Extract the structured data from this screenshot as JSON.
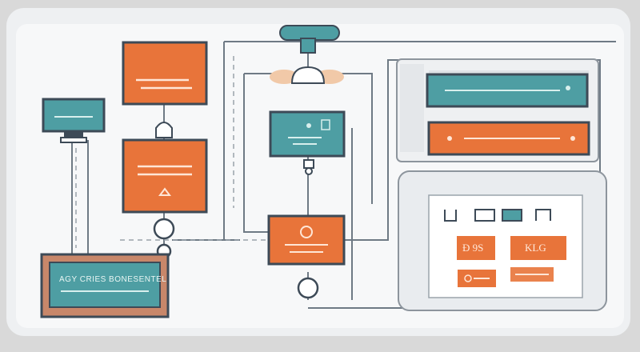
{
  "diagram": {
    "colors": {
      "background": "#d9d9d9",
      "panel": "#f5f6f7",
      "orange": "#e8743a",
      "teal": "#4e9ea3",
      "outline": "#3d4a57",
      "line": "#7a848e",
      "skin": "#f1c9a8"
    },
    "labels": {
      "bottom_left_panel": "AGY CRIES BONESENTEL",
      "tag_left": "Ð 9S",
      "tag_right": "KLG"
    }
  }
}
